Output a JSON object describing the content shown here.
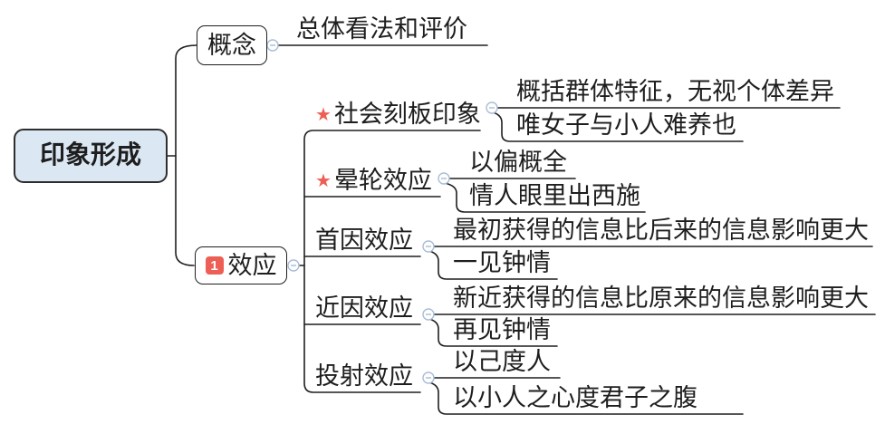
{
  "colors": {
    "accent_red": "#ed5f55",
    "root_fill": "#dbe8f4",
    "line": "#1f1f1f",
    "collapse_ring": "#a9bdd6",
    "text": "#1e1e1e"
  },
  "icons": {
    "star": "★",
    "collapse": "minus-circle"
  },
  "mindmap": {
    "root": {
      "label": "印象形成"
    },
    "branches": [
      {
        "label": "概念",
        "children": [
          {
            "label": "总体看法和评价"
          }
        ]
      },
      {
        "label": "效应",
        "badge": "1",
        "children": [
          {
            "label": "社会刻板印象",
            "marker": "star",
            "children": [
              {
                "label": "概括群体特征，无视个体差异"
              },
              {
                "label": "唯女子与小人难养也"
              }
            ]
          },
          {
            "label": "晕轮效应",
            "marker": "star",
            "children": [
              {
                "label": "以偏概全"
              },
              {
                "label": "情人眼里出西施"
              }
            ]
          },
          {
            "label": "首因效应",
            "children": [
              {
                "label": "最初获得的信息比后来的信息影响更大"
              },
              {
                "label": "一见钟情"
              }
            ]
          },
          {
            "label": "近因效应",
            "children": [
              {
                "label": "新近获得的信息比原来的信息影响更大"
              },
              {
                "label": "再见钟情"
              }
            ]
          },
          {
            "label": "投射效应",
            "children": [
              {
                "label": "以己度人"
              },
              {
                "label": "以小人之心度君子之腹"
              }
            ]
          }
        ]
      }
    ]
  }
}
